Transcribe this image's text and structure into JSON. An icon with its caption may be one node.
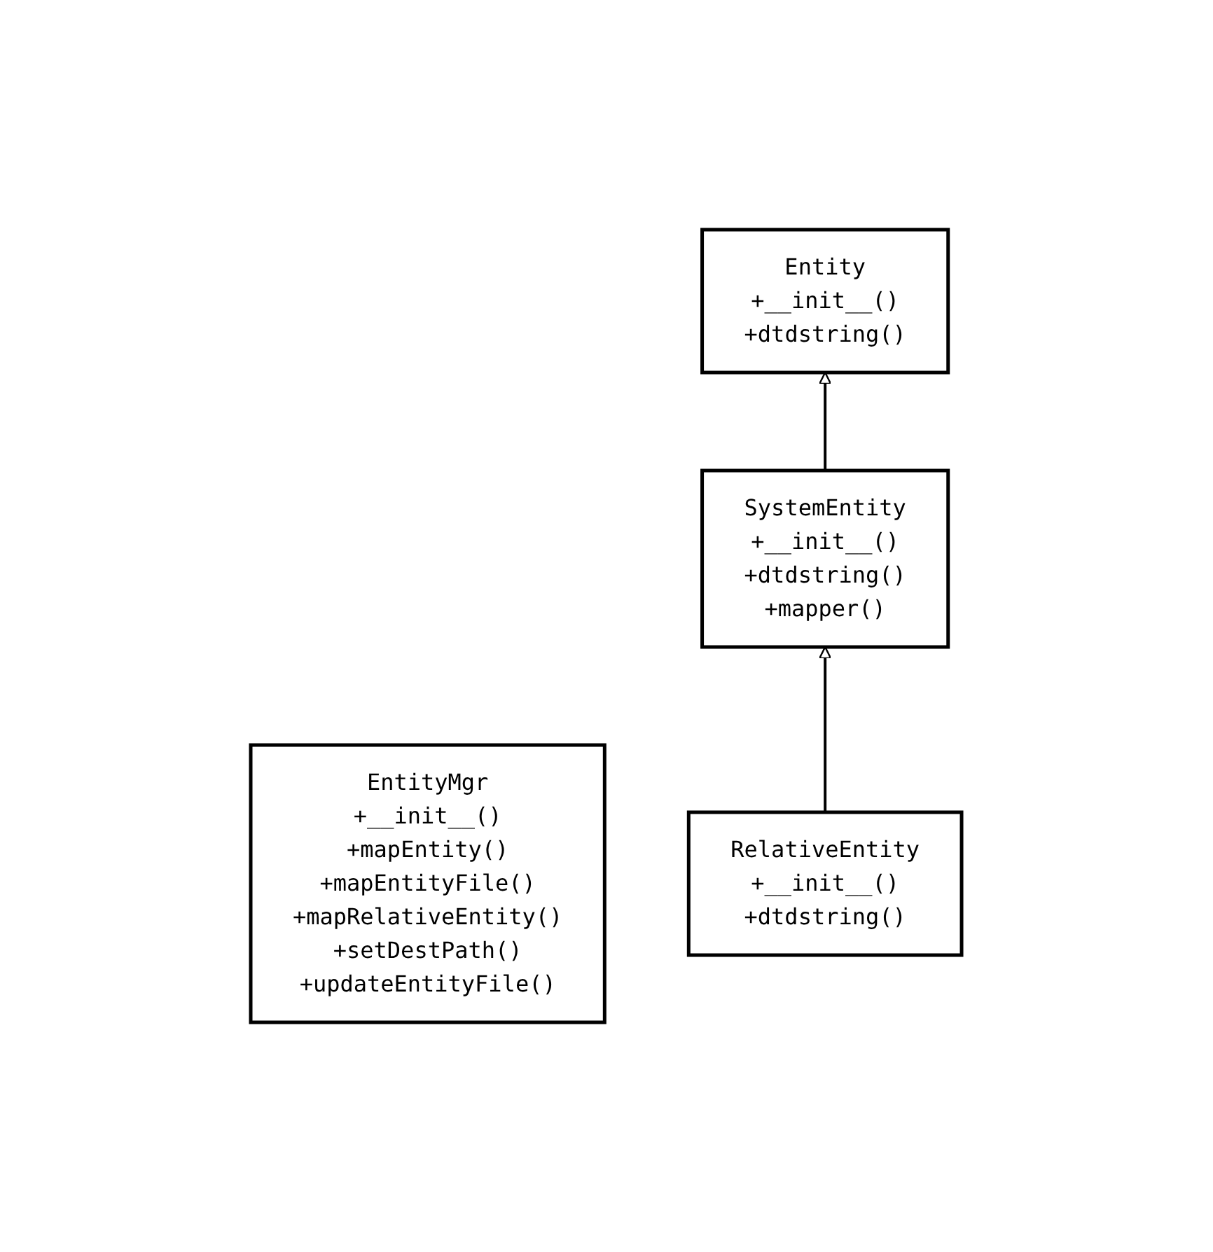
{
  "diagram": {
    "nodes": [
      {
        "text": [
          "EntityMgr",
          "+__init__()",
          "+mapEntity()",
          "+mapEntityFile()",
          "+mapRelativeEntity()",
          "+setDestPath()",
          "+updateEntityFile()"
        ]
      },
      {
        "text": [
          "Entity",
          "+__init__()",
          "+dtdstring()"
        ]
      },
      {
        "text": [
          "SystemEntity",
          "+__init__()",
          "+dtdstring()",
          "+mapper()"
        ]
      },
      {
        "text": [
          "RelativeEntity",
          "+__init__()",
          "+dtdstring()"
        ]
      }
    ],
    "edges": [
      {
        "from": 2,
        "to": 1,
        "arrow": "to"
      },
      {
        "from": 3,
        "to": 2,
        "arrow": "to"
      }
    ]
  }
}
